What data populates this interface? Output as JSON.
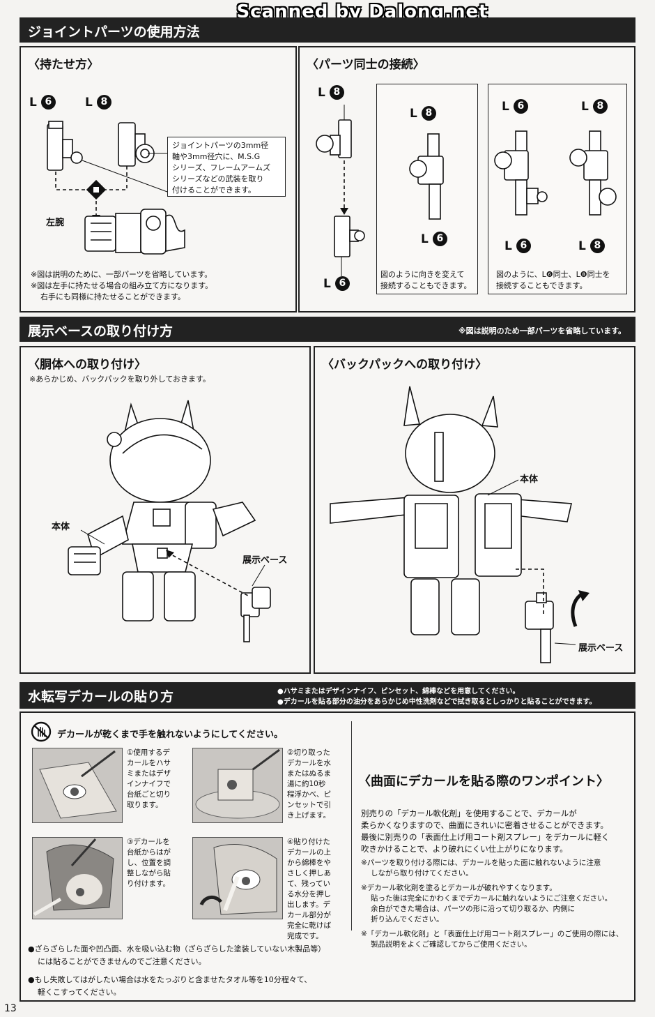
{
  "watermark": "Scanned by Dalong.net",
  "page_number": "13",
  "joint": {
    "header": "ジョイントパーツの使用方法",
    "hold": {
      "title": "〈持たせ方〉",
      "part_a": {
        "prefix": "L",
        "num": "6"
      },
      "part_b": {
        "prefix": "L",
        "num": "8"
      },
      "callout": [
        "ジョイントパーツの3mm径",
        "軸や3mm径穴に、M.S.G",
        "シリーズ、フレームアームズ",
        "シリーズなどの武装を取り",
        "付けることができます。"
      ],
      "left_arm_label": "左腕",
      "notes": [
        "※図は説明のために、一部パーツを省略しています。",
        "※図は左手に持たせる場合の組み立て方になります。",
        "右手にも同様に持たせることができます。"
      ]
    },
    "connect": {
      "title": "〈パーツ同士の接続〉",
      "top_part": {
        "prefix": "L",
        "num": "8"
      },
      "bottom_part": {
        "prefix": "L",
        "num": "6"
      },
      "box1": {
        "top": {
          "prefix": "L",
          "num": "8"
        },
        "bottom": {
          "prefix": "L",
          "num": "6"
        },
        "caption": [
          "図のように向きを変えて",
          "接続することもできます。"
        ]
      },
      "box2": {
        "top_left": {
          "prefix": "L",
          "num": "6"
        },
        "top_right": {
          "prefix": "L",
          "num": "8"
        },
        "bottom_left": {
          "prefix": "L",
          "num": "6"
        },
        "bottom_right": {
          "prefix": "L",
          "num": "8"
        },
        "caption": [
          "図のように、L❻同士、L❽同士を",
          "接続することもできます。"
        ]
      }
    }
  },
  "base": {
    "header": "展示ベースの取り付け方",
    "header_note": "※図は説明のため一部パーツを省略しています。",
    "torso": {
      "title": "〈胴体への取り付け〉",
      "note": "※あらかじめ、バックパックを取り外しておきます。",
      "body_label": "本体",
      "base_label": "展示ベース"
    },
    "backpack": {
      "title": "〈バックパックへの取り付け〉",
      "body_label": "本体",
      "base_label": "展示ベース"
    }
  },
  "decal": {
    "header": "水転写デカールの貼り方",
    "bullets": [
      "●ハサミまたはデザインナイフ、ピンセット、綿棒などを用意してください。",
      "●デカールを貼る部分の油分をあらかじめ中性洗剤などで拭き取るとしっかりと貼ることができます。"
    ],
    "warning": "デカールが乾くまで手を触れないようにしてください。",
    "steps": [
      [
        "①使用するデ",
        "カールをハサ",
        "ミまたはデザ",
        "インナイフで",
        "台紙ごと切り",
        "取ります。"
      ],
      [
        "②切り取った",
        "デカールを水",
        "またはぬるま",
        "湯に約10秒",
        "程浮かべ、ピ",
        "ンセットで引",
        "き上げます。"
      ],
      [
        "③デカールを",
        "台紙からはが",
        "し、位置を調",
        "整しながら貼",
        "り付けます。"
      ],
      [
        "④貼り付けた",
        "デカールの上",
        "から綿棒をや",
        "さしく押しあ",
        "て、残ってい",
        "る水分を押し",
        "出します。デ",
        "カール部分が",
        "完全に乾けば",
        "完成です。"
      ]
    ],
    "bottom_notes": [
      "●ざらざらした面や凹凸面、水を吸い込む物（ざらざらした塗装していない木製品等）",
      "には貼ることができませんのでご注意ください。",
      "●もし失敗してはがしたい場合は水をたっぷりと含ませたタオル等を10分程々て、",
      "軽くこすってください。"
    ],
    "tip": {
      "title": "〈曲面にデカールを貼る際のワンポイント〉",
      "body": [
        "別売りの「デカール軟化剤」を使用することで、デカールが",
        "柔らかくなりますので、曲面にきれいに密着させることができます。",
        "最後に別売りの「表面仕上げ用コート剤スプレー」をデカールに軽く",
        "吹きかけることで、より破れにくい仕上がりになります。"
      ],
      "notes": [
        "※パーツを取り付ける際には、デカールを貼った面に触れないように注意",
        "しながら取り付けてください。",
        "※デカール軟化剤を塗るとデカールが破れやすくなります。",
        "貼った後は完全にかわくまでデカールに触れないようにご注意ください。",
        "余白ができた場合は、パーツの形に沿って切り取るか、内側に",
        "折り込んでください。",
        "※「デカール軟化剤」と「表面仕上げ用コート剤スプレー」のご使用の際には、",
        "製品説明をよくご確認してからご使用ください。"
      ]
    }
  }
}
